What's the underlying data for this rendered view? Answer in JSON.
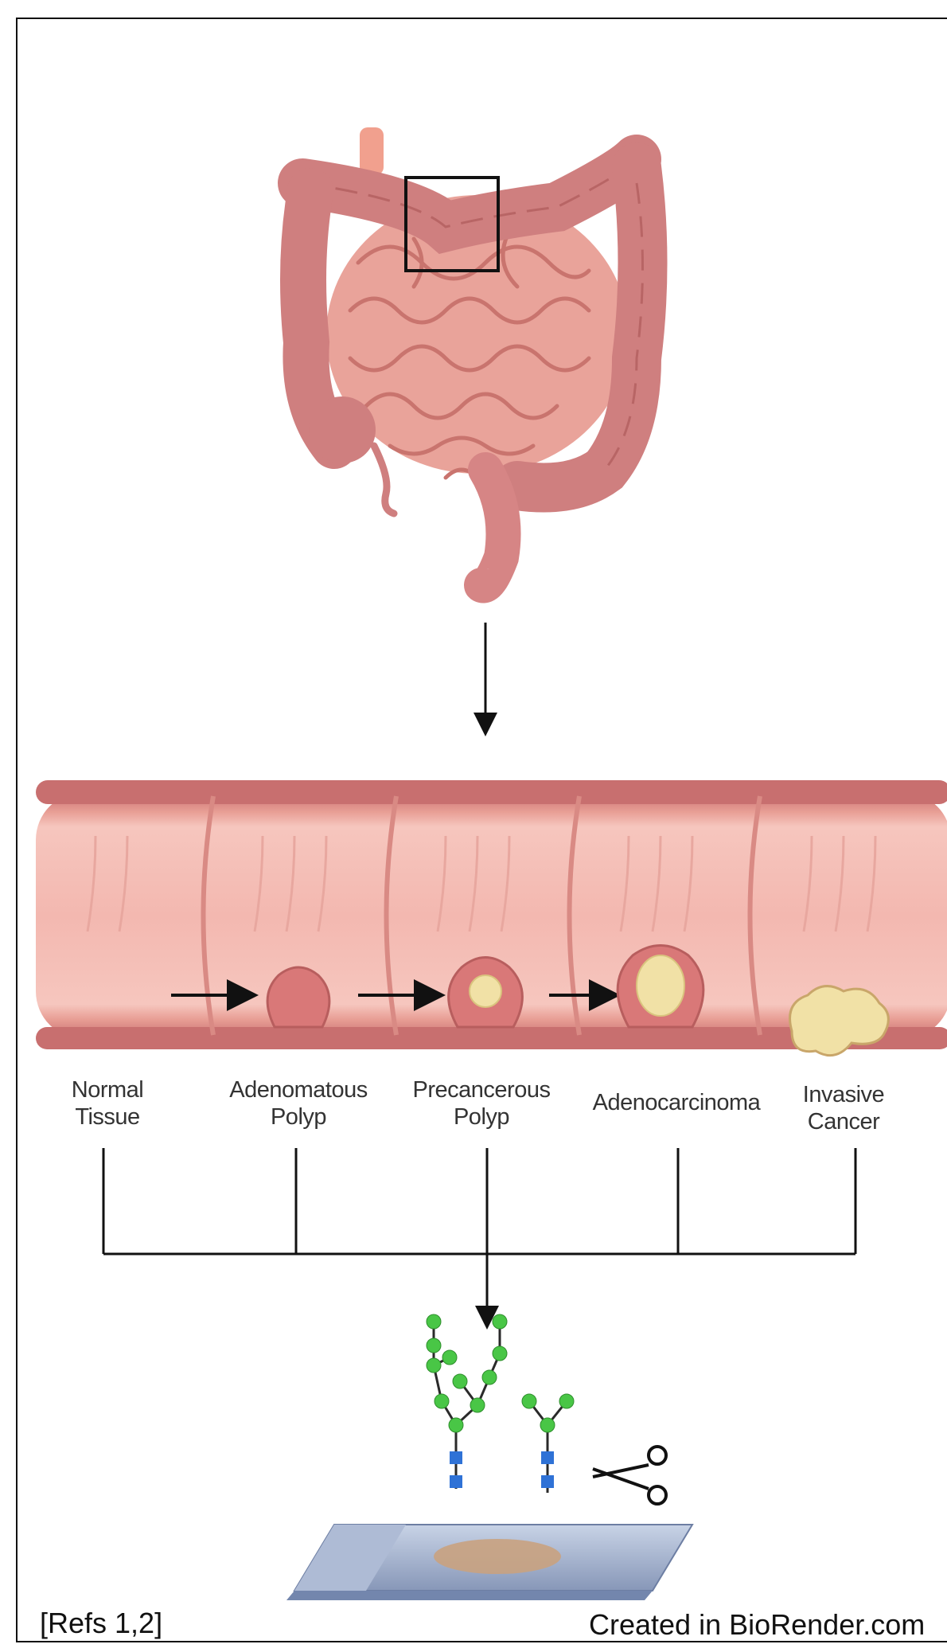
{
  "figure": {
    "stages": [
      {
        "id": "normal",
        "label": "Normal\nTissue"
      },
      {
        "id": "adenomatous",
        "label": "Adenomatous\nPolyp"
      },
      {
        "id": "precancerous",
        "label": "Precancerous\nPolyp"
      },
      {
        "id": "adenocarcinoma",
        "label": "Adenocarcinoma"
      },
      {
        "id": "invasive",
        "label": "Invasive\nCancer"
      }
    ],
    "footer": {
      "refs": "[Refs 1,2]",
      "credit": "Created in BioRender.com"
    },
    "colors": {
      "colon_outer": "#cf7f7f",
      "small_intestine": "#e9a39a",
      "lumen": "#f2b1a9",
      "tumor": "#f1e1a6",
      "glycan_green": "#49c646",
      "glycan_blue": "#2f72d6",
      "slide": "#9aa9c4",
      "tissue_sample": "#c9a27f"
    },
    "icons": [
      "scissors-icon",
      "glycan-icon",
      "microscope-slide-icon",
      "large-intestine-icon"
    ]
  }
}
